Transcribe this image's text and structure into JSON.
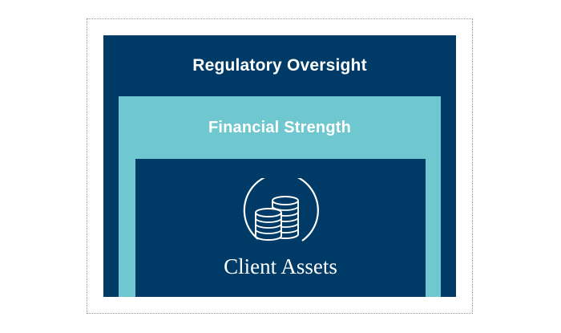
{
  "layers": {
    "outer": {
      "label": "Regulatory Oversight",
      "color": "#003a66"
    },
    "middle": {
      "label": "Financial Strength",
      "color": "#6fc7d0"
    },
    "inner": {
      "label": "Client Assets",
      "color": "#003a66",
      "icon": "coins-icon"
    }
  },
  "frame_border_color": "#9a9a9a"
}
